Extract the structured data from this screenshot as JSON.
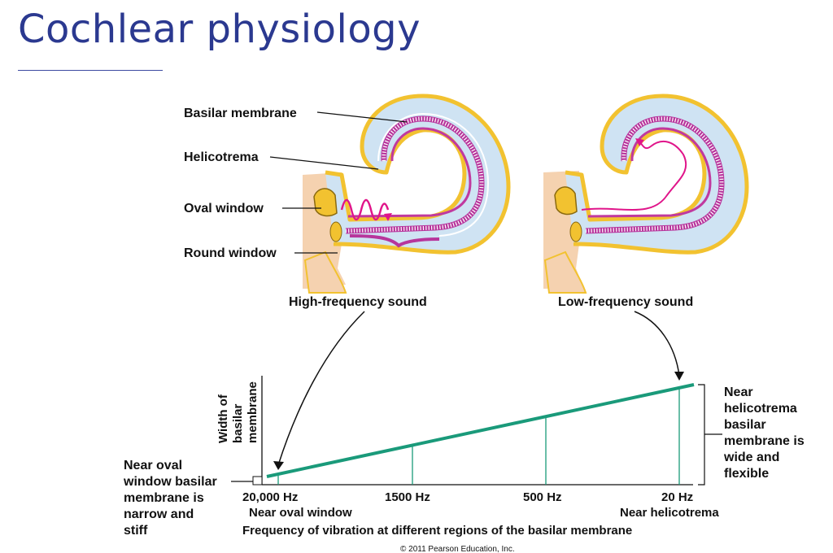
{
  "title": "Cochlear physiology",
  "labels": {
    "basilar_membrane": "Basilar membrane",
    "helicotrema": "Helicotrema",
    "oval_window": "Oval window",
    "round_window": "Round window",
    "high_frequency": "High-frequency sound",
    "low_frequency": "Low-frequency sound"
  },
  "graph": {
    "ylabel_lines": [
      "Width of",
      "basilar",
      "membrane"
    ],
    "xlabel": "Frequency of vibration at different regions of the basilar membrane",
    "ticks": [
      "20,000 Hz",
      "1500 Hz",
      "500 Hz",
      "20 Hz"
    ],
    "left_end": "Near oval window",
    "right_end": "Near helicotrema",
    "left_note": [
      "Near oval",
      "window basilar",
      "membrane is",
      "narrow and",
      "stiff"
    ],
    "right_note": [
      "Near",
      "helicotrema",
      "basilar",
      "membrane is",
      "wide and",
      "flexible"
    ],
    "line_color": "#1a9a7a"
  },
  "copyright": "© 2011 Pearson Education, Inc."
}
